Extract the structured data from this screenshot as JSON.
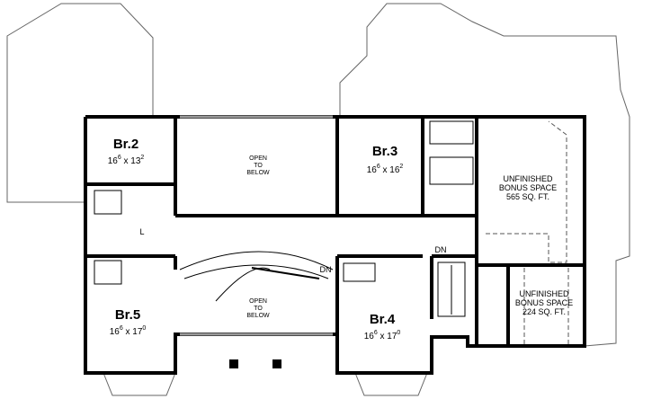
{
  "plan": {
    "rooms": [
      {
        "id": "br2",
        "name": "Br.2",
        "dim_a": "16",
        "dim_a_sup": "6",
        "dim_b": "x 13",
        "dim_b_sup": "2"
      },
      {
        "id": "br3",
        "name": "Br.3",
        "dim_a": "16",
        "dim_a_sup": "6",
        "dim_b": "x 16",
        "dim_b_sup": "2"
      },
      {
        "id": "br4",
        "name": "Br.4",
        "dim_a": "16",
        "dim_a_sup": "6",
        "dim_b": "x 17",
        "dim_b_sup": "0"
      },
      {
        "id": "br5",
        "name": "Br.5",
        "dim_a": "16",
        "dim_a_sup": "6",
        "dim_b": "x 17",
        "dim_b_sup": "0"
      }
    ],
    "open_upper": [
      "OPEN",
      "TO",
      "BELOW"
    ],
    "open_lower": [
      "OPEN",
      "TO",
      "BELOW"
    ],
    "bonus_large": [
      "UNFINISHED",
      "BONUS SPACE",
      "565 SQ. FT."
    ],
    "bonus_small": [
      "UNFINISHED",
      "BONUS SPACE",
      "224 SQ. FT."
    ],
    "stair_dn_main": "DN",
    "stair_dn_rear": "DN",
    "linen_label": "L"
  }
}
